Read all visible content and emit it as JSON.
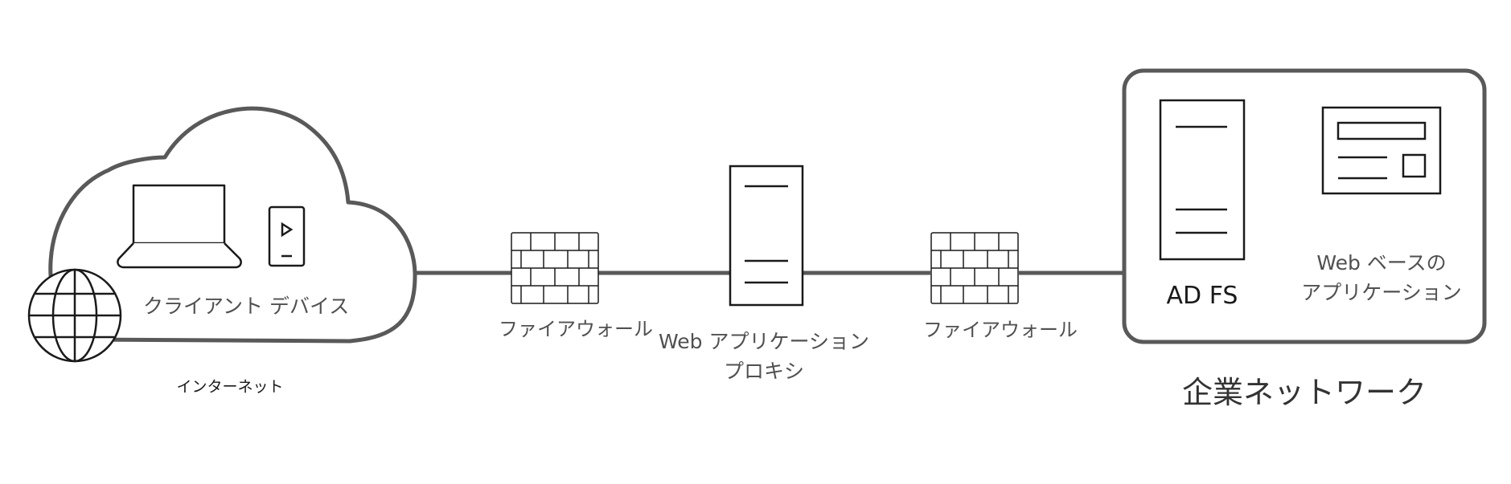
{
  "labels": {
    "client_devices": "クライアント デバイス",
    "internet": "インターネット",
    "firewall_left": "ファイアウォール",
    "proxy_line1": "Web アプリケーション",
    "proxy_line2": "プロキシ",
    "firewall_right": "ファイアウォール",
    "adfs": "AD FS",
    "webapp_line1": "Web ベースの",
    "webapp_line2": "アプリケーション",
    "corporate_network": "企業ネットワーク"
  },
  "colors": {
    "stroke_dark": "#505050",
    "stroke_black": "#1a1a1a",
    "text": "#505050"
  }
}
